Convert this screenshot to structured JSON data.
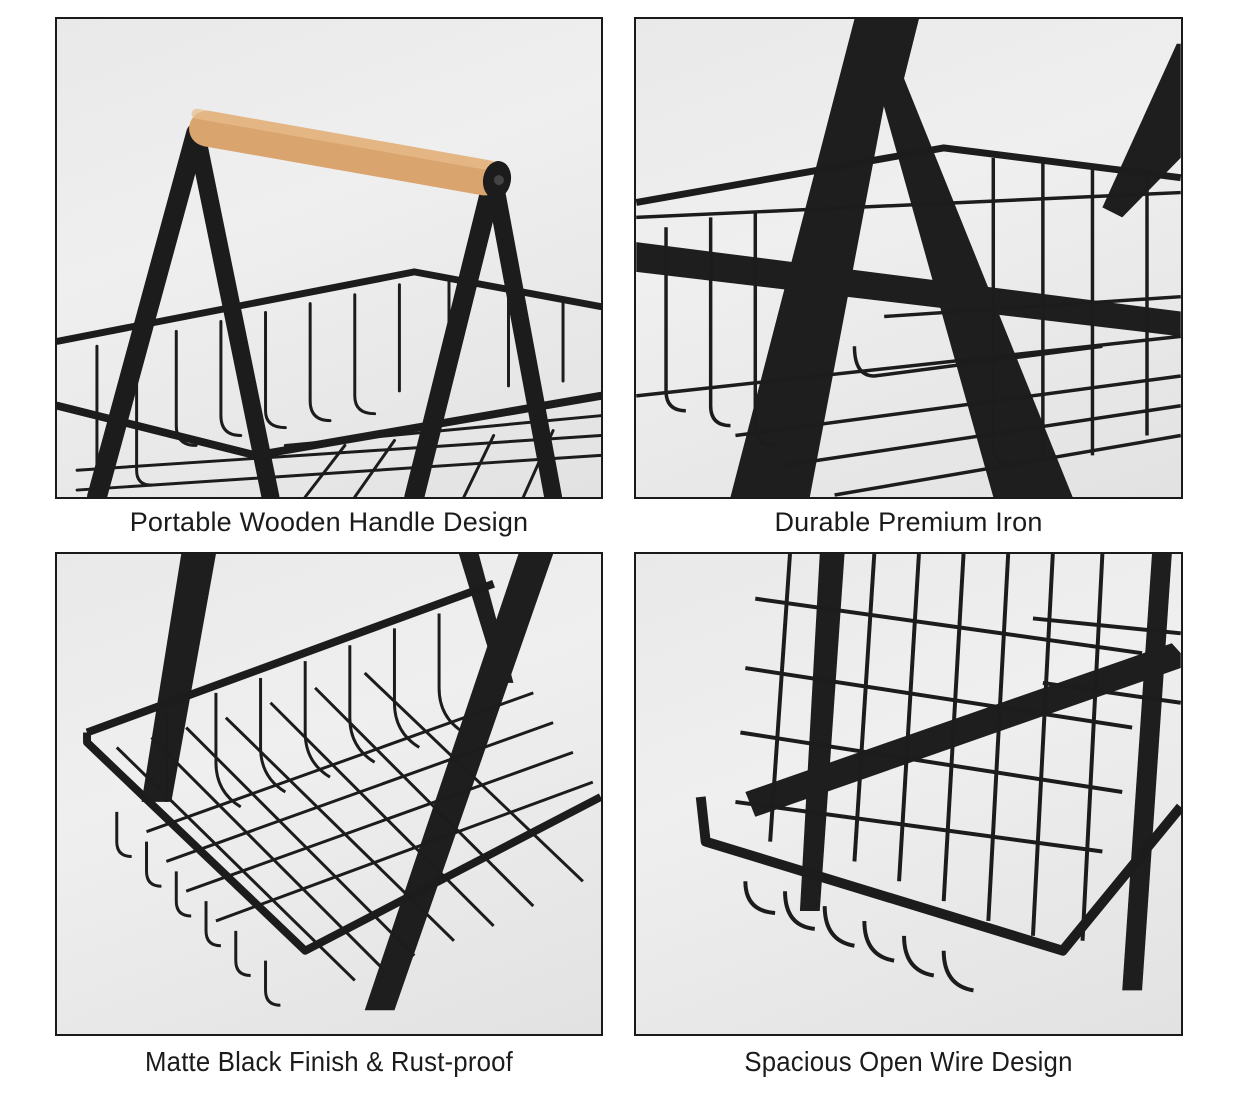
{
  "panels": [
    {
      "caption": "Portable Wooden Handle Design",
      "icon": "basket-with-wooden-handle",
      "colors": {
        "background": "#ececec",
        "iron": "#1c1c1c",
        "wood": "#d9a46e"
      }
    },
    {
      "caption": "Durable Premium Iron",
      "icon": "iron-a-frame-basket-closeup",
      "colors": {
        "background": "#ececec",
        "iron": "#1c1c1c"
      }
    },
    {
      "caption": "Matte Black Finish & Rust-proof",
      "icon": "basket-corner-closeup",
      "colors": {
        "background": "#ececec",
        "iron": "#1c1c1c"
      }
    },
    {
      "caption": "Spacious Open Wire Design",
      "icon": "wire-grid-side-view",
      "colors": {
        "background": "#ececec",
        "iron": "#1c1c1c"
      }
    }
  ]
}
